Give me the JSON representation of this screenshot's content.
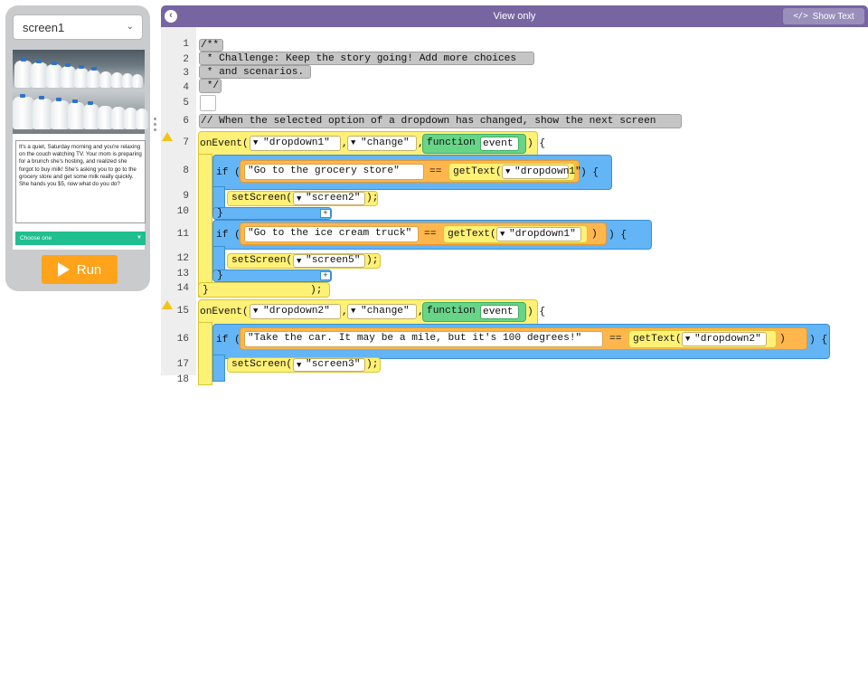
{
  "app": {
    "screen_selector": "screen1",
    "story_text": "It's a quiet, Saturday morning and you're relaxing on the couch watching TV. Your mom is preparing for a brunch she's hosting, and realized she forgot to buy milk! She's asking you to go to the grocery store and get some milk really quickly. She hands you $5, now what do you do?",
    "dropdown_text": "Choose one",
    "run_label": "Run"
  },
  "editor": {
    "title": "View only",
    "show_text_label": "Show Text",
    "line_numbers": [
      "1",
      "2",
      "3",
      "4",
      "5",
      "6",
      "7",
      "8",
      "9",
      "10",
      "11",
      "12",
      "13",
      "14",
      "15",
      "16",
      "17",
      "18"
    ],
    "comment_block": {
      "line1": "/**",
      "line2": " * Challenge: Keep the story going! Add more choices",
      "line3": " * and scenarios.",
      "line4": " */"
    },
    "comment_line": "// When the selected option of a dropdown has changed, show the next screen",
    "event1": {
      "keyword": "onEvent(",
      "id": "\"dropdown1\"",
      "comma1": ",",
      "event": "\"change\"",
      "comma2": ",",
      "fn_keyword": "function",
      "param": "event",
      "brace": ") {",
      "close": "}",
      "close_paren": ");"
    },
    "if1": {
      "if_keyword": "if (",
      "string": "\"Go to the grocery store\"",
      "op": "==",
      "fn": "getText(",
      "arg": "\"dropdown1\"",
      "close_paren": ")",
      "brace": ") {",
      "body_fn": "setScreen(",
      "body_arg": "\"screen2\"",
      "body_end": ");",
      "close": "}"
    },
    "if2": {
      "if_keyword": "if (",
      "string": "\"Go to the ice cream truck\"",
      "op": "==",
      "fn": "getText(",
      "arg": "\"dropdown1\"",
      "close_paren": ")",
      "brace": ") {",
      "body_fn": "setScreen(",
      "body_arg": "\"screen5\"",
      "body_end": ");",
      "close": "}"
    },
    "event2": {
      "keyword": "onEvent(",
      "id": "\"dropdown2\"",
      "comma1": ",",
      "event": "\"change\"",
      "comma2": ",",
      "fn_keyword": "function",
      "param": "event",
      "brace": ") {"
    },
    "if3": {
      "if_keyword": "if (",
      "string": "\"Take the car. It may be a mile, but it's 100 degrees!\"",
      "op": "==",
      "fn": "getText(",
      "arg": "\"dropdown2\"",
      "close_paren": ")",
      "brace": ") {",
      "body_fn": "setScreen(",
      "body_arg": "\"screen3\"",
      "body_end": ");"
    },
    "dropdown_arrow": "▼",
    "plus_symbol": "+"
  },
  "colors": {
    "header": "#7665a0",
    "run_button": "#ffa31a",
    "dropdown": "#1fbf8f",
    "event_block": "#fff176",
    "function_block": "#68d488",
    "if_block": "#64b5f6",
    "condition_block": "#ffb74d",
    "comment_block": "#c5c5c5"
  }
}
